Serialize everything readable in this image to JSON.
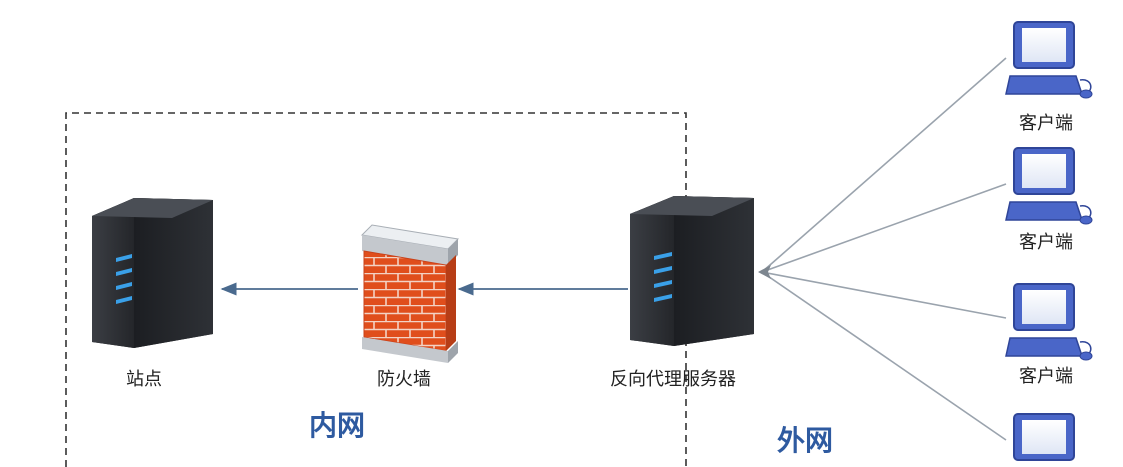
{
  "nodes": {
    "site": {
      "label": "站点"
    },
    "firewall": {
      "label": "防火墙"
    },
    "proxy": {
      "label": "反向代理服务器"
    },
    "clients": [
      {
        "label": "客户端"
      },
      {
        "label": "客户端"
      },
      {
        "label": "客户端"
      },
      {
        "label": ""
      }
    ]
  },
  "zones": {
    "intranet": {
      "label": "内网"
    },
    "extranet": {
      "label": "外网"
    }
  },
  "colors": {
    "zone_text": "#2e5aa0",
    "arrow": "#4a6a8e",
    "client_link": "#9aa3ad",
    "server_body": "#2c2f33",
    "server_led": "#3aa0e8",
    "brick": "#e04e1c",
    "monitor": "#4a66c8"
  }
}
